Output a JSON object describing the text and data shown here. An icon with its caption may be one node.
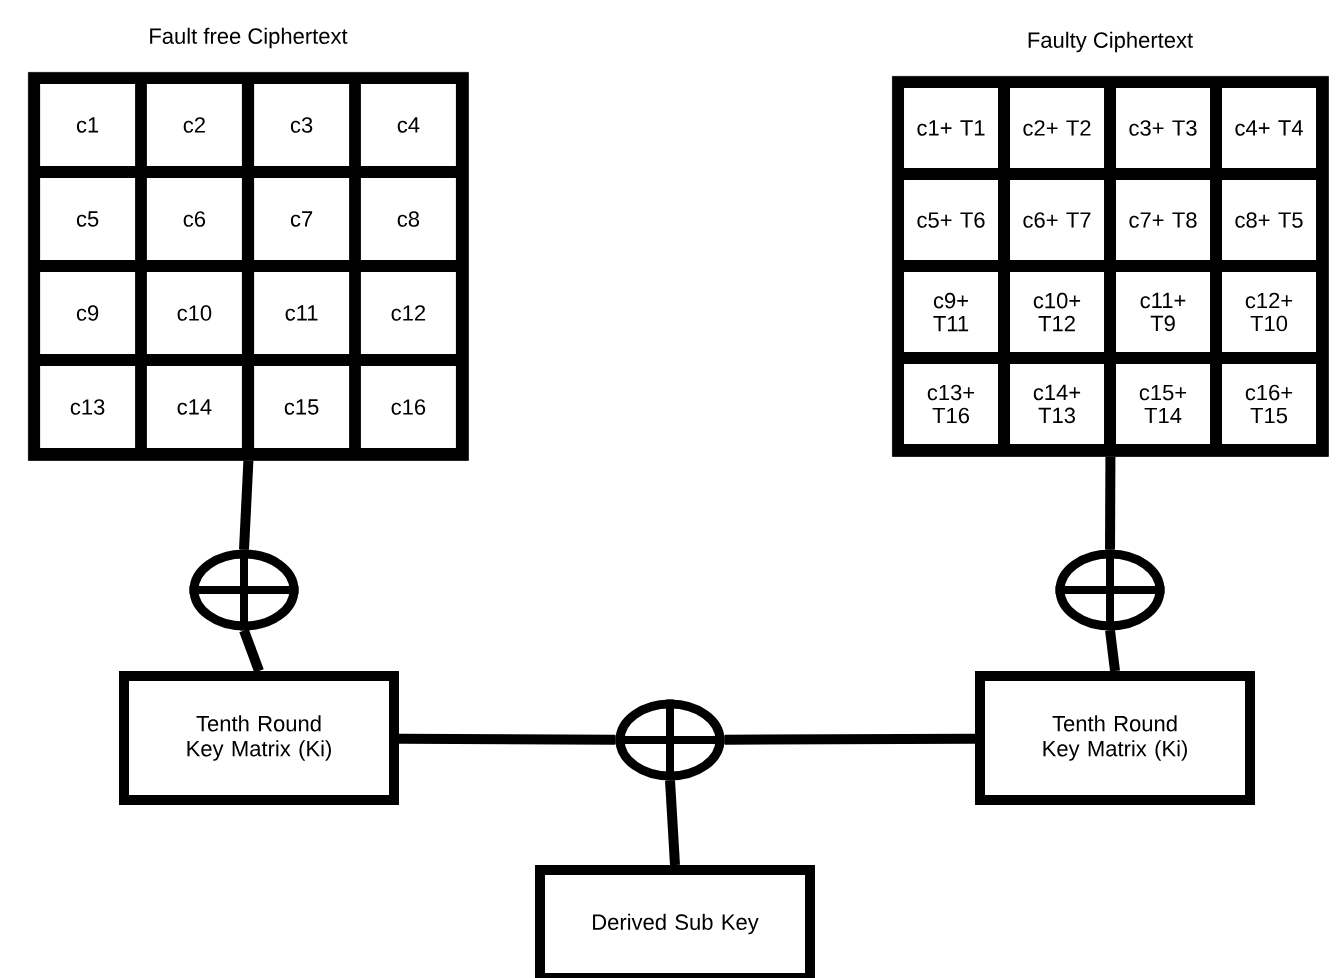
{
  "diagram": {
    "nodes": [
      {
        "text": [
          "Fault free Ciphertext"
        ]
      },
      {
        "text": [
          "c1"
        ],
        "in": 0
      },
      {
        "text": [
          "c2"
        ],
        "in": 0
      },
      {
        "text": [
          "c3"
        ],
        "in": 0
      },
      {
        "text": [
          "c4"
        ],
        "in": 0
      },
      {
        "text": [
          "c5"
        ],
        "in": 0
      },
      {
        "text": [
          "c6"
        ],
        "in": 0
      },
      {
        "text": [
          "c7"
        ],
        "in": 0
      },
      {
        "text": [
          "c8"
        ],
        "in": 0
      },
      {
        "text": [
          "c9"
        ],
        "in": 0
      },
      {
        "text": [
          "c10"
        ],
        "in": 0
      },
      {
        "text": [
          "c11"
        ],
        "in": 0
      },
      {
        "text": [
          "c12"
        ],
        "in": 0
      },
      {
        "text": [
          "c13"
        ],
        "in": 0
      },
      {
        "text": [
          "c14"
        ],
        "in": 0
      },
      {
        "text": [
          "c15"
        ],
        "in": 0
      },
      {
        "text": [
          "c16"
        ],
        "in": 0
      },
      {
        "text": [
          "Faulty Ciphertext"
        ]
      },
      {
        "text": [
          "c1+ T1"
        ],
        "in": 17
      },
      {
        "text": [
          "c2+ T2"
        ],
        "in": 17
      },
      {
        "text": [
          "c3+ T3"
        ],
        "in": 17
      },
      {
        "text": [
          "c4+ T4"
        ],
        "in": 17
      },
      {
        "text": [
          "c5+ T6"
        ],
        "in": 17
      },
      {
        "text": [
          "c6+ T7"
        ],
        "in": 17
      },
      {
        "text": [
          "c7+ T8"
        ],
        "in": 17
      },
      {
        "text": [
          "c8+ T5"
        ],
        "in": 17
      },
      {
        "text": [
          "c9+ T11"
        ],
        "in": 17
      },
      {
        "text": [
          "c10+ T12"
        ],
        "in": 17
      },
      {
        "text": [
          "c11+ T9"
        ],
        "in": 17
      },
      {
        "text": [
          "c12+ T10"
        ],
        "in": 17
      },
      {
        "text": [
          "c13+ T16"
        ],
        "in": 17
      },
      {
        "text": [
          "c14+ T13"
        ],
        "in": 17
      },
      {
        "text": [
          "c15+ T14"
        ],
        "in": 17
      },
      {
        "text": [
          "c16+ T15"
        ],
        "in": 17
      },
      {
        "text": [],
        "shape": "circle"
      },
      {
        "text": [],
        "shape": "circle"
      },
      {
        "text": [
          "Tenth Round Key Matrix (Ki)"
        ]
      },
      {
        "text": [
          "Tenth Round Key Matrix (Ki)"
        ]
      },
      {
        "text": [],
        "shape": "circle"
      },
      {
        "text": [
          "Derived Sub Key"
        ]
      }
    ],
    "edges": [
      {
        "from": 0,
        "to": 34,
        "arrow": "none"
      },
      {
        "from": 34,
        "to": 36,
        "arrow": "none"
      },
      {
        "from": 17,
        "to": 35,
        "arrow": "none"
      },
      {
        "from": 35,
        "to": 37,
        "arrow": "none"
      },
      {
        "from": 36,
        "to": 38,
        "arrow": "none"
      },
      {
        "from": 37,
        "to": 38,
        "arrow": "none"
      },
      {
        "from": 38,
        "to": 39,
        "arrow": "none"
      }
    ]
  }
}
